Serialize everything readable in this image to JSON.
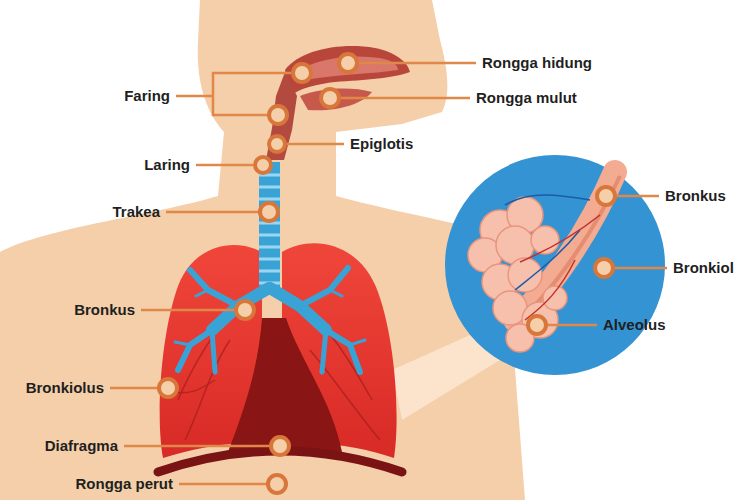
{
  "diagram": {
    "labels": [
      "Rongga hidung",
      "Faring",
      "Rongga mulut",
      "Epiglotis",
      "Laring",
      "Trakea",
      "Bronkus",
      "Bronkiol",
      "Bronkus",
      "Alveolus",
      "Bronkiolus",
      "Diafragma",
      "Rongga perut"
    ]
  }
}
